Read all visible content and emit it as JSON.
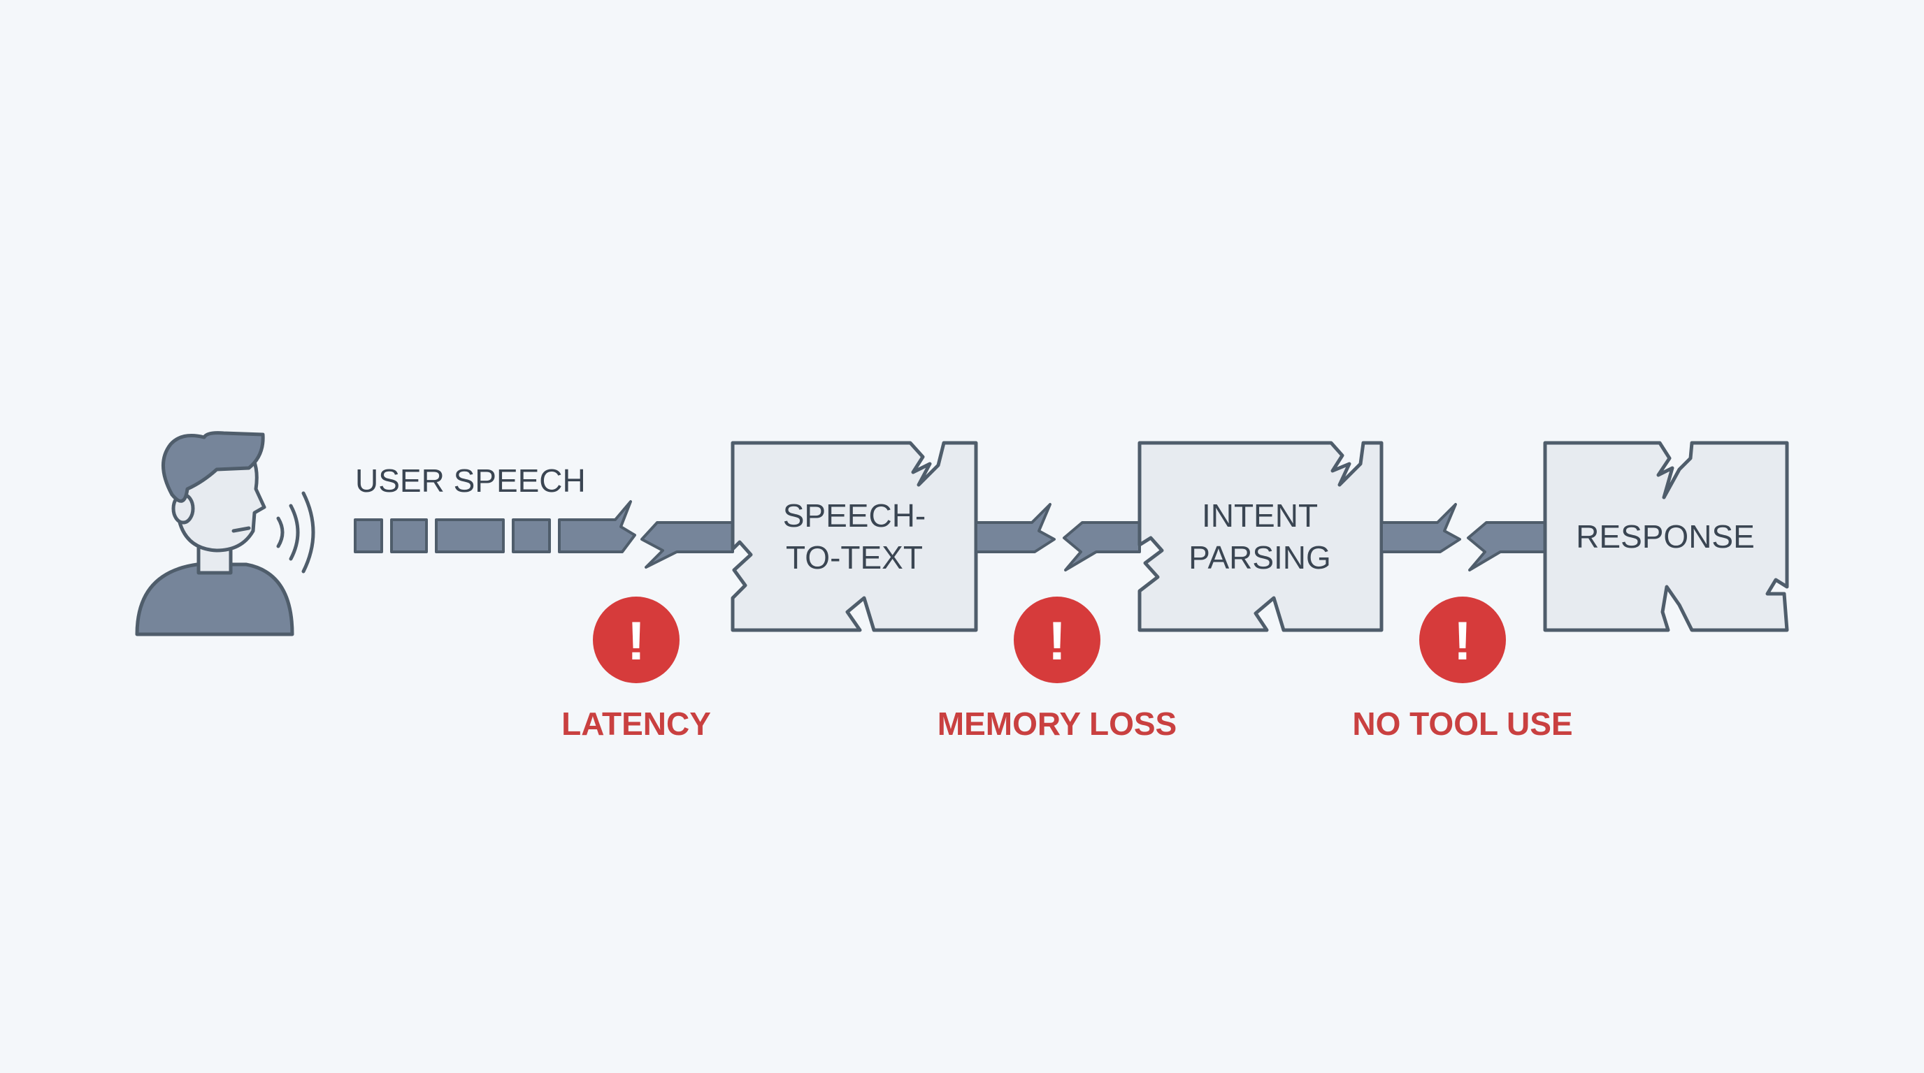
{
  "labels": {
    "user_speech": "USER SPEECH",
    "stages": [
      {
        "line1": "SPEECH-",
        "line2": "TO-TEXT"
      },
      {
        "line1": "INTENT",
        "line2": "PARSING"
      },
      {
        "line1": "RESPONSE",
        "line2": ""
      }
    ],
    "warnings": [
      {
        "symbol": "!",
        "text": "LATENCY"
      },
      {
        "symbol": "!",
        "text": "MEMORY LOSS"
      },
      {
        "symbol": "!",
        "text": "NO TOOL USE"
      }
    ]
  },
  "colors": {
    "background": "#f4f7fa",
    "outline": "#4f5d6b",
    "connector": "#76859a",
    "box_fill": "#e7ebf0",
    "warning": "#d63b3b",
    "text": "#3a4552"
  },
  "icons": {
    "user": "person-speaking-icon",
    "sound": "sound-waves-icon",
    "warning": "warning-circle-icon"
  }
}
